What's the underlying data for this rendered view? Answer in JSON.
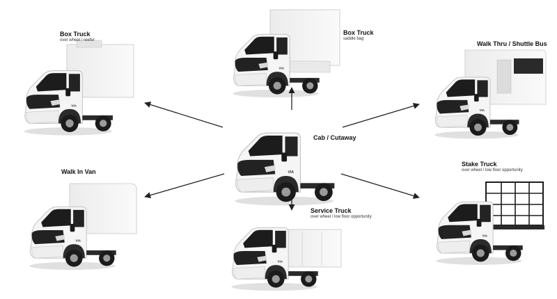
{
  "center": {
    "title": "Cab / Cutaway"
  },
  "variants": [
    {
      "id": "box-truck-reefer",
      "title": "Box Truck",
      "subtitle": "over wheel / reefer"
    },
    {
      "id": "box-truck-saddle",
      "title": "Box Truck",
      "subtitle": "saddle bag"
    },
    {
      "id": "walk-thru-shuttle",
      "title": "Walk Thru / Shuttle Bus",
      "subtitle": ""
    },
    {
      "id": "walk-in-van",
      "title": "Walk In Van",
      "subtitle": ""
    },
    {
      "id": "service-truck",
      "title": "Service Truck",
      "subtitle": "over wheel / low floor opportunity"
    },
    {
      "id": "stake-truck",
      "title": "Stake Truck",
      "subtitle": "over wheel / low floor opportunity"
    }
  ],
  "badge_text": "VIA",
  "colors": {
    "body": "#f4f4f4",
    "dark": "#1d1d1d",
    "arrow": "#222222"
  }
}
